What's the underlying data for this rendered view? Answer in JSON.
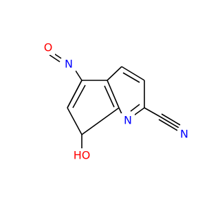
{
  "structure": {
    "atoms": [
      {
        "id": "O_nitroso",
        "symbol": "O"
      },
      {
        "id": "N_nitroso",
        "symbol": "N"
      },
      {
        "id": "N_ring",
        "symbol": "N"
      },
      {
        "id": "N_nitrile",
        "symbol": "N"
      },
      {
        "id": "OH",
        "symbol": "HO"
      }
    ]
  },
  "colors": {
    "bond": "#000000",
    "oxygen": "#ff0000",
    "nitrogen": "#0000ff"
  }
}
